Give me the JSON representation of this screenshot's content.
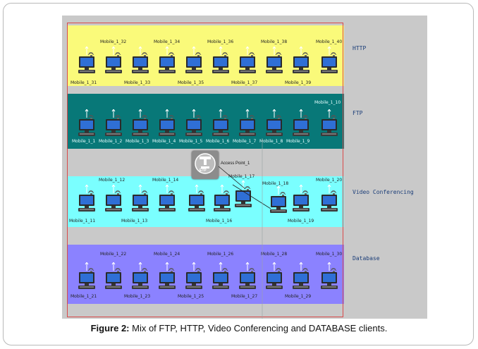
{
  "groups": {
    "http": "HTTP",
    "ftp": "FTP",
    "video": "Video Conferencing",
    "database": "Database"
  },
  "access_point": {
    "label": "Access Point_1",
    "icon_text": "ETP"
  },
  "nodes": {
    "http_upper": [
      "Mobile_1_32",
      "Mobile_1_34",
      "Mobile_1_36",
      "Mobile_1_38",
      "Mobile_1_40"
    ],
    "http_lower": [
      "Mobile_1_31",
      "Mobile_1_33",
      "Mobile_1_35",
      "Mobile_1_37",
      "Mobile_1_39"
    ],
    "ftp_upper": [
      "Mobile_1_10"
    ],
    "ftp_lower": [
      "Mobile_1_1",
      "Mobile_1_2",
      "Mobile_1_3",
      "Mobile_1_4",
      "Mobile_1_5",
      "Mobile_1_6",
      "Mobile_1_7",
      "Mobile_1_8",
      "Mobile_1_9"
    ],
    "video_upper": [
      "Mobile_1_12",
      "Mobile_1_14",
      "Mobile_1_17",
      "Mobile_1_18",
      "Mobile_1_20"
    ],
    "video_lower": [
      "Mobile_1_11",
      "Mobile_1_13",
      "Mobile_1_16",
      "Mobile_1_19"
    ],
    "db_upper": [
      "Mobile_1_22",
      "Mobile_1_24",
      "Mobile_1_26",
      "Mobile_1_28",
      "Mobile_1_30"
    ],
    "db_lower": [
      "Mobile_1_21",
      "Mobile_1_23",
      "Mobile_1_25",
      "Mobile_1_27",
      "Mobile_1_29"
    ]
  },
  "caption": {
    "prefix": "Figure 2:",
    "text": " Mix of FTP, HTTP, Video Conferencing and DATABASE clients."
  },
  "colors": {
    "http_band": "#fafa7a",
    "ftp_band": "#087878",
    "video_band": "#7affff",
    "database_band": "#8b82ff",
    "scene_bg": "#c9c9c9",
    "frame_red": "#d94a4a"
  }
}
